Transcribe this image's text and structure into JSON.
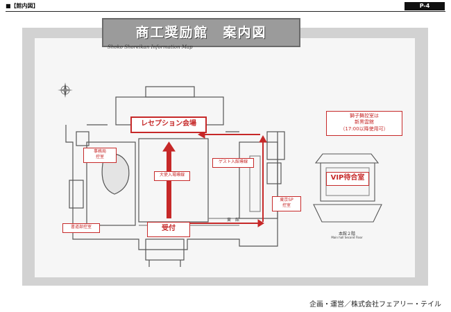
{
  "header": {
    "section_label": "■【館内図】",
    "page_number": "P-4"
  },
  "map": {
    "title": "商工奨励館　案内図",
    "subtitle": "Shoko Shoreikan Information Map"
  },
  "rooms": {
    "reception_hall": "レセプション会場",
    "office": "事務局\n控室",
    "vip_route": "大使入場導線",
    "guest_route": "ゲスト入館導線",
    "shisha_room": "東京SP\n控室",
    "interpreter_room": "書道部控室",
    "reception_desk": "受付",
    "vip_waiting": "VIP待合室",
    "shisen_hall": "東　館"
  },
  "notice": {
    "line1": "獅子舞控室は",
    "line2": "新黒雲館",
    "line3": "（17:00以降使用可）"
  },
  "annex": {
    "caption_ja": "本館２階",
    "caption_en": "Main hall Second Floor"
  },
  "footer": {
    "credit": "企画・運営／株式会社フェアリー・テイル"
  },
  "colors": {
    "accent_red": "#c62828",
    "banner_gray": "#9b9b9b"
  }
}
